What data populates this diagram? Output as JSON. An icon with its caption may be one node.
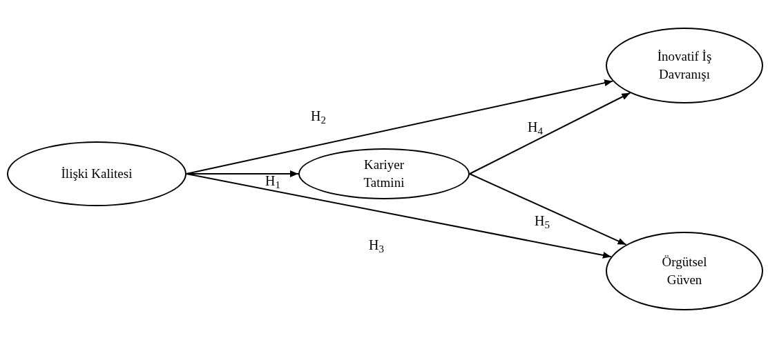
{
  "diagram": {
    "nodes": [
      {
        "text": [
          "İlişki Kalitesi"
        ]
      },
      {
        "text": [
          "Kariyer Tatmini"
        ]
      },
      {
        "text": [
          "İnovatif İş Davranışı"
        ]
      },
      {
        "text": [
          "Örgütsel Güven"
        ]
      }
    ],
    "edges": [
      {
        "from": 0,
        "to": 1,
        "arrow": "to",
        "label": "H$_{1}$"
      },
      {
        "from": 0,
        "to": 2,
        "arrow": "to",
        "label": "H$_{2}$"
      },
      {
        "from": 0,
        "to": 3,
        "arrow": "to",
        "label": "H$_{3}$"
      },
      {
        "from": 1,
        "to": 2,
        "arrow": "to",
        "label": "H$_{4}$"
      },
      {
        "from": 1,
        "to": 3,
        "arrow": "to",
        "label": "H$_{5}$"
      }
    ]
  }
}
